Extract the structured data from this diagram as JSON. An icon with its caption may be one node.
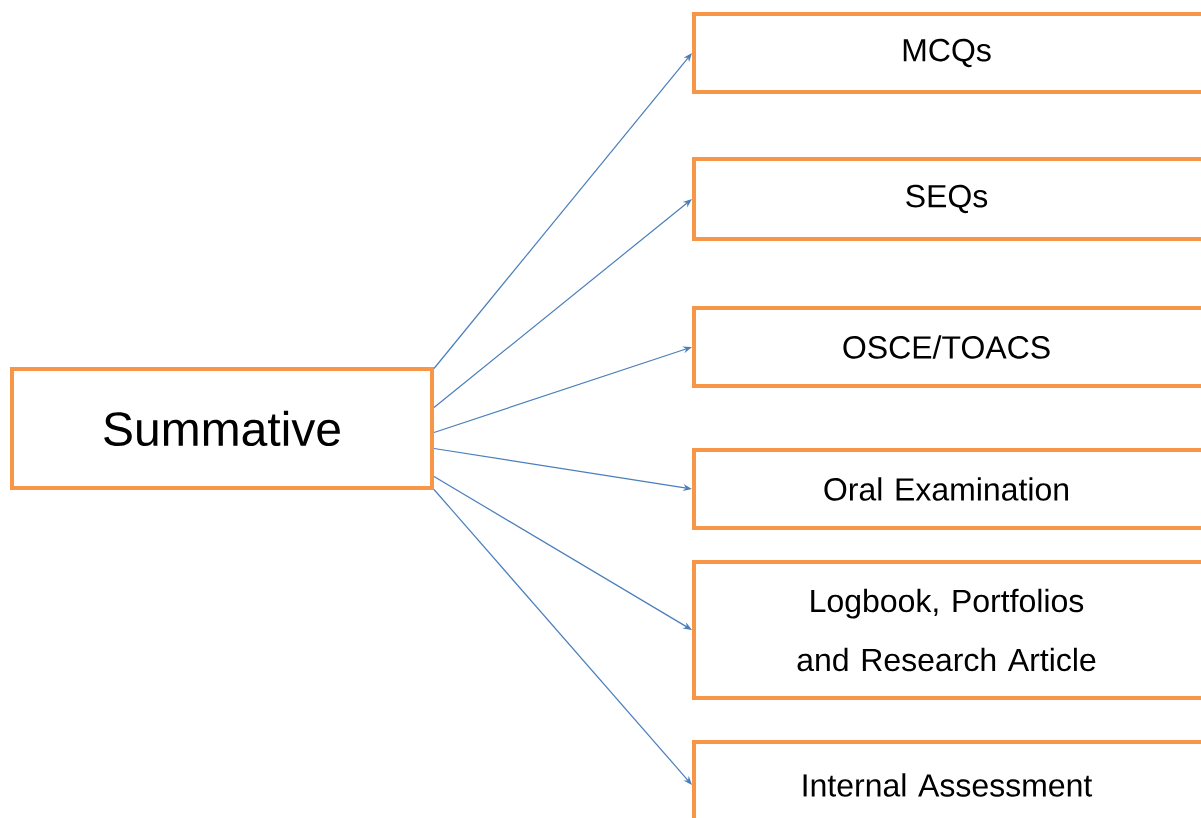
{
  "diagram": {
    "nodes": [
      {
        "text": [
          "Summative"
        ]
      },
      {
        "text": [
          "MCQs"
        ]
      },
      {
        "text": [
          "SEQs"
        ]
      },
      {
        "text": [
          "OSCE/TOACS"
        ]
      },
      {
        "text": [
          "Oral Examination"
        ]
      },
      {
        "text": [
          "Logbook, Portfolios and Research Article"
        ]
      },
      {
        "text": [
          "Internal Assessment"
        ]
      }
    ],
    "edges": [
      {
        "from": 0,
        "to": 1,
        "arrow": "to"
      },
      {
        "from": 0,
        "to": 2,
        "arrow": "to"
      },
      {
        "from": 0,
        "to": 3,
        "arrow": "to"
      },
      {
        "from": 0,
        "to": 4,
        "arrow": "to"
      },
      {
        "from": 0,
        "to": 5,
        "arrow": "to"
      },
      {
        "from": 0,
        "to": 6,
        "arrow": "to"
      }
    ]
  }
}
